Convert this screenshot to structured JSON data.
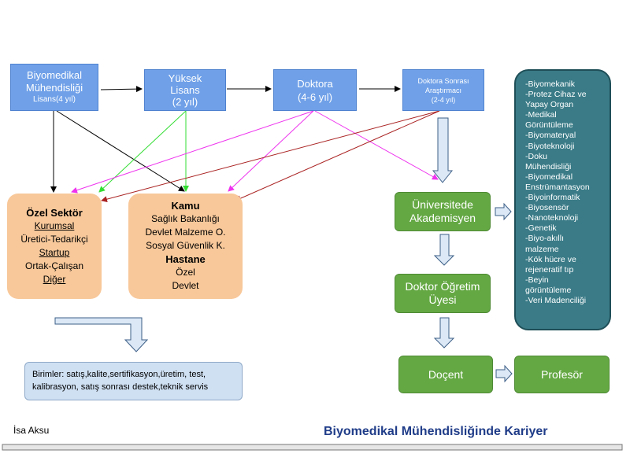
{
  "boxes": {
    "bme": {
      "line1": "Biyomedikal",
      "line2": "Mühendisliği",
      "line3": "Lisans(4 yıl)"
    },
    "ms": {
      "line1": "Yüksek",
      "line2": "Lisans",
      "line3": "(2 yıl)"
    },
    "phd": {
      "line1": "Doktora",
      "line2": "(4-6 yıl)"
    },
    "postdoc": {
      "line1": "Doktora Sonrası",
      "line2": "Araştırmacı",
      "line3": "(2-4 yıl)"
    },
    "private": {
      "title": "Özel Sektör",
      "items": [
        "Kurumsal",
        "Üretici-Tedarikçi",
        "Startup",
        "Ortak-Çalışan",
        "Diğer"
      ]
    },
    "public": {
      "title": "Kamu",
      "items": [
        "Sağlık Bakanlığı",
        "Devlet Malzeme O.",
        "Sosyal Güvenlik K."
      ],
      "title2": "Hastane",
      "items2": [
        "Özel",
        "Devlet"
      ]
    },
    "academia": {
      "line1": "Üniversitede",
      "line2": "Akademisyen"
    },
    "faculty": {
      "line1": "Doktor Öğretim",
      "line2": "Üyesi"
    },
    "assoc": "Doçent",
    "prof": "Profesör",
    "units": "Birimler: satış,kalite,sertifikasyon,üretim, test, kalibrasyon, satış sonrası destek,teknik servis",
    "research_areas": [
      "-Biyomekanik",
      "-Protez Cihaz ve",
      "Yapay Organ",
      "-Medikal",
      "Görüntüleme",
      "-Biyomateryal",
      "-Biyoteknoloji",
      "-Doku",
      "Mühendisliği",
      "-Biyomedikal",
      "Enstrümantasyon",
      "-Biyoinformatik",
      "-Biyosensör",
      "-Nanoteknoloji",
      "-Genetik",
      "-Biyo-akıllı",
      "malzeme",
      "-Kök hücre ve",
      "rejeneratif tıp",
      "-Beyin",
      "görüntüleme",
      "-Veri Madenciliği"
    ]
  },
  "footer": {
    "author": "İsa Aksu",
    "title": "Biyomedikal Mühendisliğinde Kariyer"
  },
  "colors": {
    "arrow_black": "#000000",
    "arrow_green": "#33dd33",
    "arrow_magenta": "#ee33ee",
    "arrow_darkred": "#aa2222",
    "footer_title": "#1f3c88"
  }
}
